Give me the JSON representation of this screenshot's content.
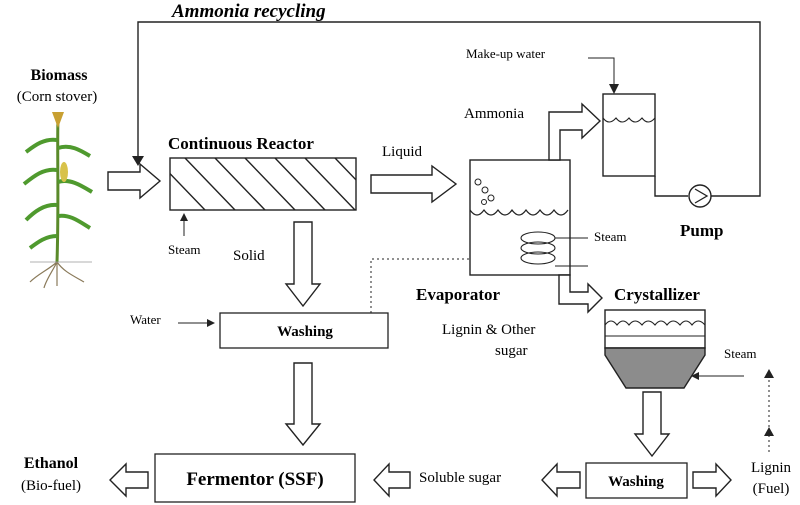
{
  "recycle_label": "Ammonia recycling",
  "biomass": {
    "title": "Biomass",
    "sub": "(Corn stover)"
  },
  "reactor": {
    "title": "Continuous Reactor",
    "steam": "Steam",
    "solid": "Solid",
    "liquid": "Liquid"
  },
  "wash1": {
    "title": "Washing",
    "water": "Water"
  },
  "evaporator": {
    "title": "Evaporator",
    "ammonia": "Ammonia",
    "steam": "Steam",
    "lignin_line1": "Lignin & Other",
    "lignin_line2": "sugar"
  },
  "makeup_water": "Make-up water",
  "pump": "Pump",
  "crystallizer": {
    "title": "Crystallizer",
    "steam": "Steam"
  },
  "wash2": {
    "title": "Washing"
  },
  "lignin_fuel": {
    "line1": "Lignin",
    "line2": "(Fuel)"
  },
  "soluble_sugar": "Soluble sugar",
  "fermentor": "Fermentor (SSF)",
  "ethanol": {
    "line1": "Ethanol",
    "line2": "(Bio-fuel)"
  }
}
